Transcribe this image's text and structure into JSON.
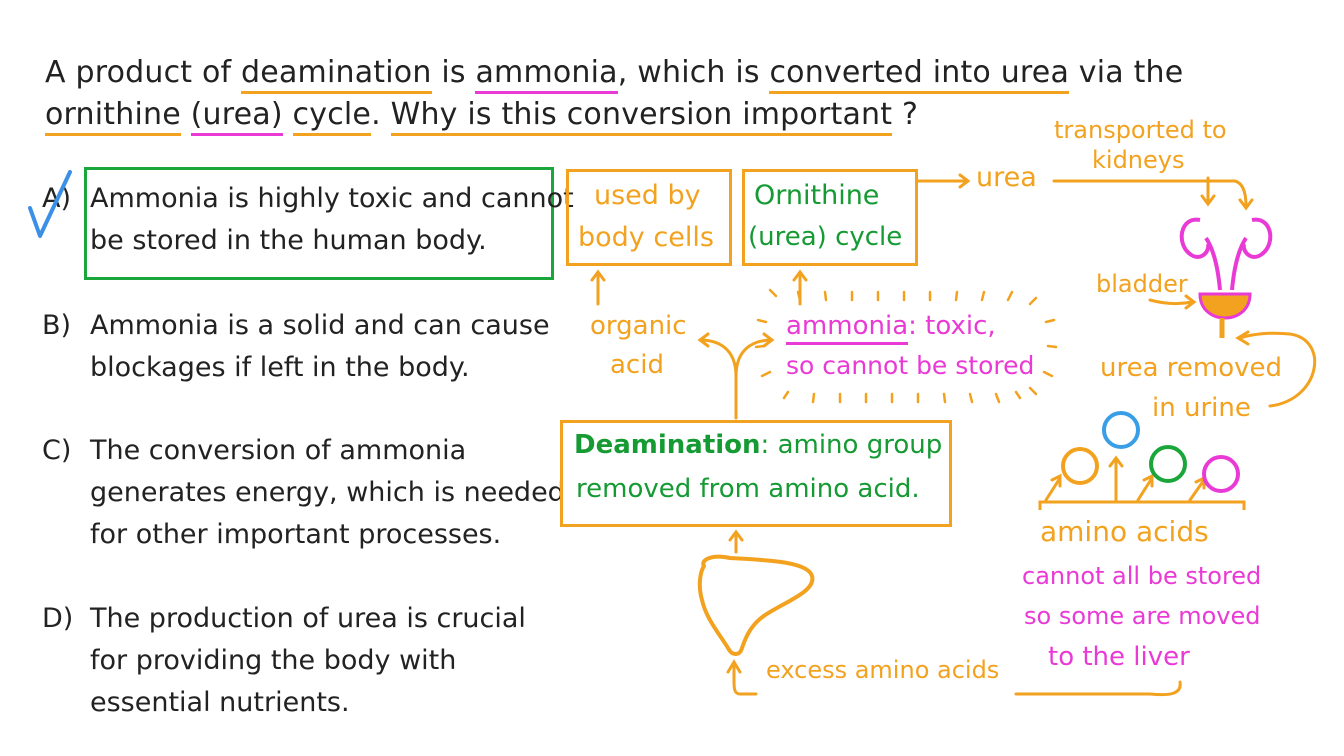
{
  "question": {
    "t1": "A product of",
    "t2": "deamination",
    "t3": "is",
    "t4": "ammonia",
    "t5": ", which is",
    "t6": "converted into urea",
    "t7": "via the",
    "t8": "ornithine",
    "t9": "(urea)",
    "t10": "cycle",
    "t11": ".",
    "t12": "Why is this conversion important",
    "t13": "?"
  },
  "options": [
    {
      "letter": "A)",
      "line1": "Ammonia is highly toxic and cannot",
      "line2": "be stored in the human body.",
      "line3": "",
      "correct": true
    },
    {
      "letter": "B)",
      "line1": "Ammonia is a solid and can cause",
      "line2": "blockages if left in the body.",
      "line3": ""
    },
    {
      "letter": "C)",
      "line1": "The conversion of ammonia",
      "line2": "generates energy, which is needed",
      "line3": "for other important processes."
    },
    {
      "letter": "D)",
      "line1": "The production of urea is crucial",
      "line2": "for providing the body with",
      "line3": "essential nutrients."
    }
  ],
  "diagram": {
    "used_by_1": "used by",
    "used_by_2": "body cells",
    "ornithine_1": "Ornithine",
    "ornithine_2": "(urea) cycle",
    "urea": "urea",
    "transported_1": "transported to",
    "transported_2": "kidneys",
    "bladder": "bladder",
    "organic_1": "organic",
    "organic_2": "acid",
    "ammonia": "ammonia",
    "toxic_1": ": toxic,",
    "toxic_2": "so cannot be stored",
    "removed_1": "urea removed",
    "removed_2": "in urine",
    "deam_title": "Deamination",
    "deam_1": ": amino group",
    "deam_2": "removed from amino acid.",
    "amino_acids": "amino acids",
    "cannot_1": "cannot all be stored",
    "cannot_2": "so some are moved",
    "cannot_3": "to the liver",
    "excess": "excess amino acids"
  },
  "colors": {
    "orange": "#f2a21f",
    "green": "#1aa63a",
    "pink": "#e93ad6",
    "blue": "#3a9ee6",
    "check": "#3a8fe6"
  }
}
